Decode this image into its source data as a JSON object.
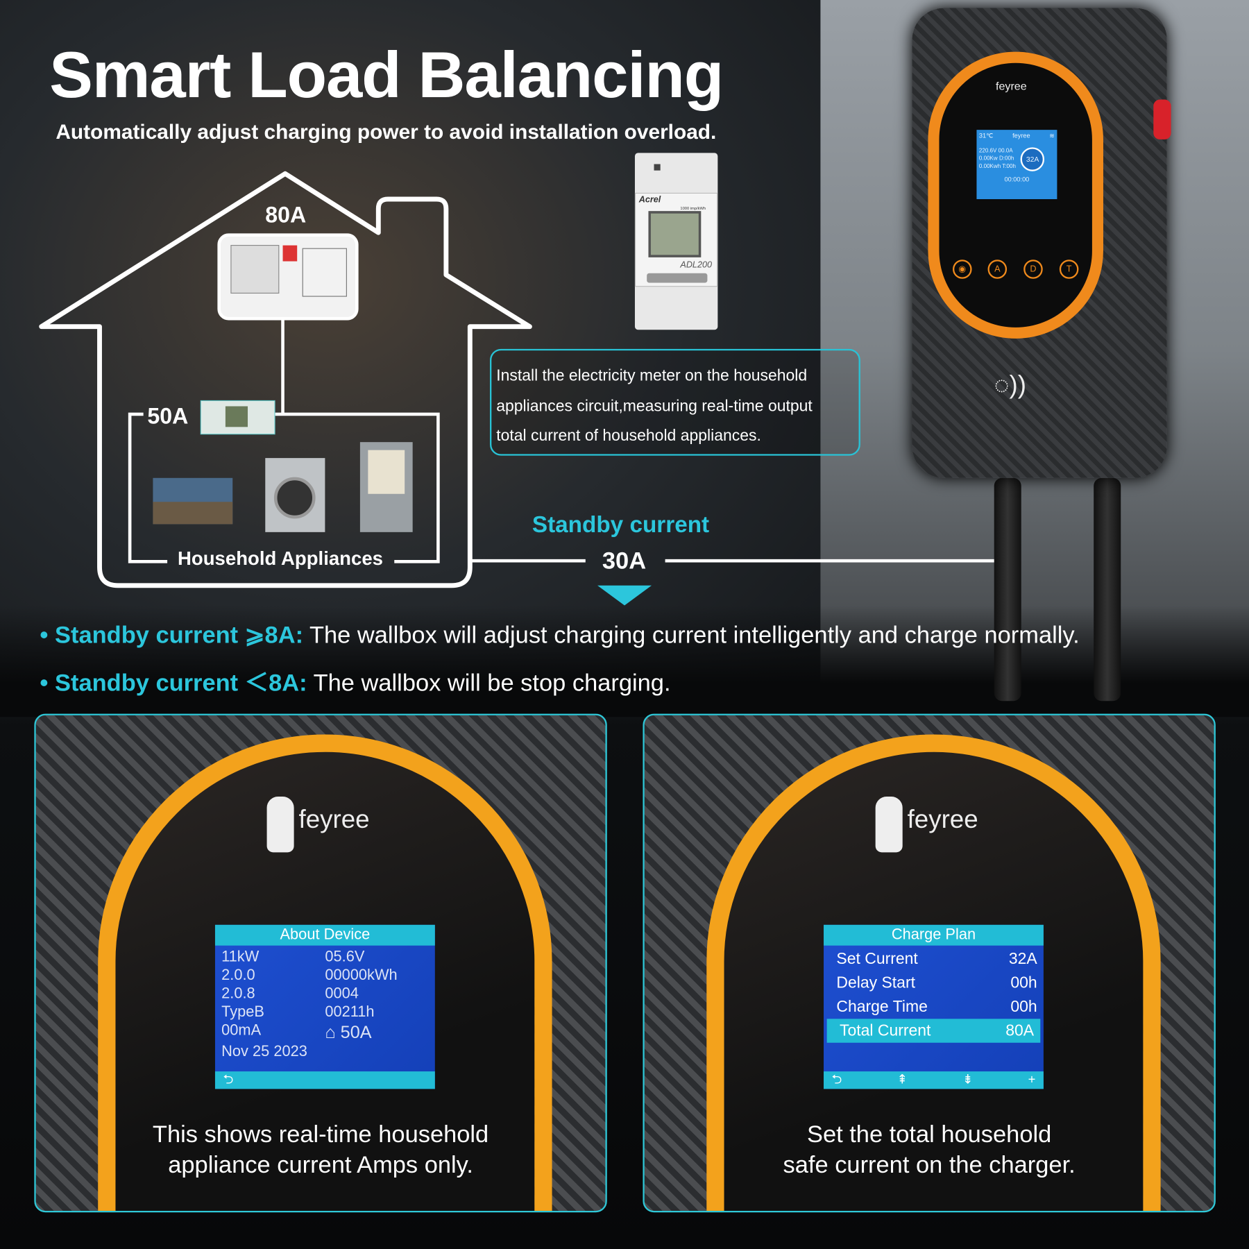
{
  "header": {
    "title": "Smart Load Balancing",
    "subtitle": "Automatically adjust charging power to avoid installation overload."
  },
  "house": {
    "main_breaker": "80A",
    "meter_rating": "50A",
    "appliances_label": "Household Appliances"
  },
  "meter": {
    "brand": "Acrel",
    "model": "ADL200",
    "rate": "1000 imp/kWh"
  },
  "info_box": {
    "lines": [
      "Install the electricity meter on the household",
      "appliances circuit,measuring real-time output",
      "total current of household appliances."
    ]
  },
  "standby": {
    "label": "Standby current",
    "value": "30A"
  },
  "charger": {
    "brand": "feyree",
    "screen": {
      "temp": "31℃",
      "brand": "feyree",
      "voltage": "220.6V",
      "current": "00.0A",
      "power": "0.00Kw",
      "delay": "D:00h",
      "energy": "0.00Kwh",
      "time": "T:00h",
      "set": "32A",
      "timer": "00:00:00"
    },
    "buttons": [
      "◉",
      "A",
      "D",
      "T"
    ]
  },
  "bullets": [
    {
      "highlight": "Standby current ⩾8A:",
      "text": " The wallbox will adjust charging current intelligently and charge normally."
    },
    {
      "highlight": "Standby current ＜8A:",
      "text": " The wallbox will be stop charging."
    }
  ],
  "panels": [
    {
      "brand": "feyree",
      "screen_title": "About Device",
      "items": [
        "11kW",
        "05.6V",
        "2.0.0",
        "00000kWh",
        "2.0.8",
        "0004",
        "TypeB",
        "00211h",
        "00mA",
        "50A",
        "Nov 25 2023",
        ""
      ],
      "footer": [
        "⮌"
      ],
      "caption": [
        "This shows real-time household",
        "appliance current Amps only."
      ]
    },
    {
      "brand": "feyree",
      "screen_title": "Charge Plan",
      "rows": [
        {
          "label": "Set Current",
          "value": "32A"
        },
        {
          "label": "Delay Start",
          "value": "00h"
        },
        {
          "label": "Charge Time",
          "value": "00h"
        },
        {
          "label": "Total Current",
          "value": "80A",
          "selected": true
        }
      ],
      "footer": [
        "⮌",
        "⇞",
        "⇟",
        "+"
      ],
      "caption": [
        "Set the total household",
        "safe current  on the charger."
      ]
    }
  ],
  "colors": {
    "accent": "#2cc6dc",
    "orange": "#f3a21c",
    "screen_blue": "#1e4fd0"
  }
}
